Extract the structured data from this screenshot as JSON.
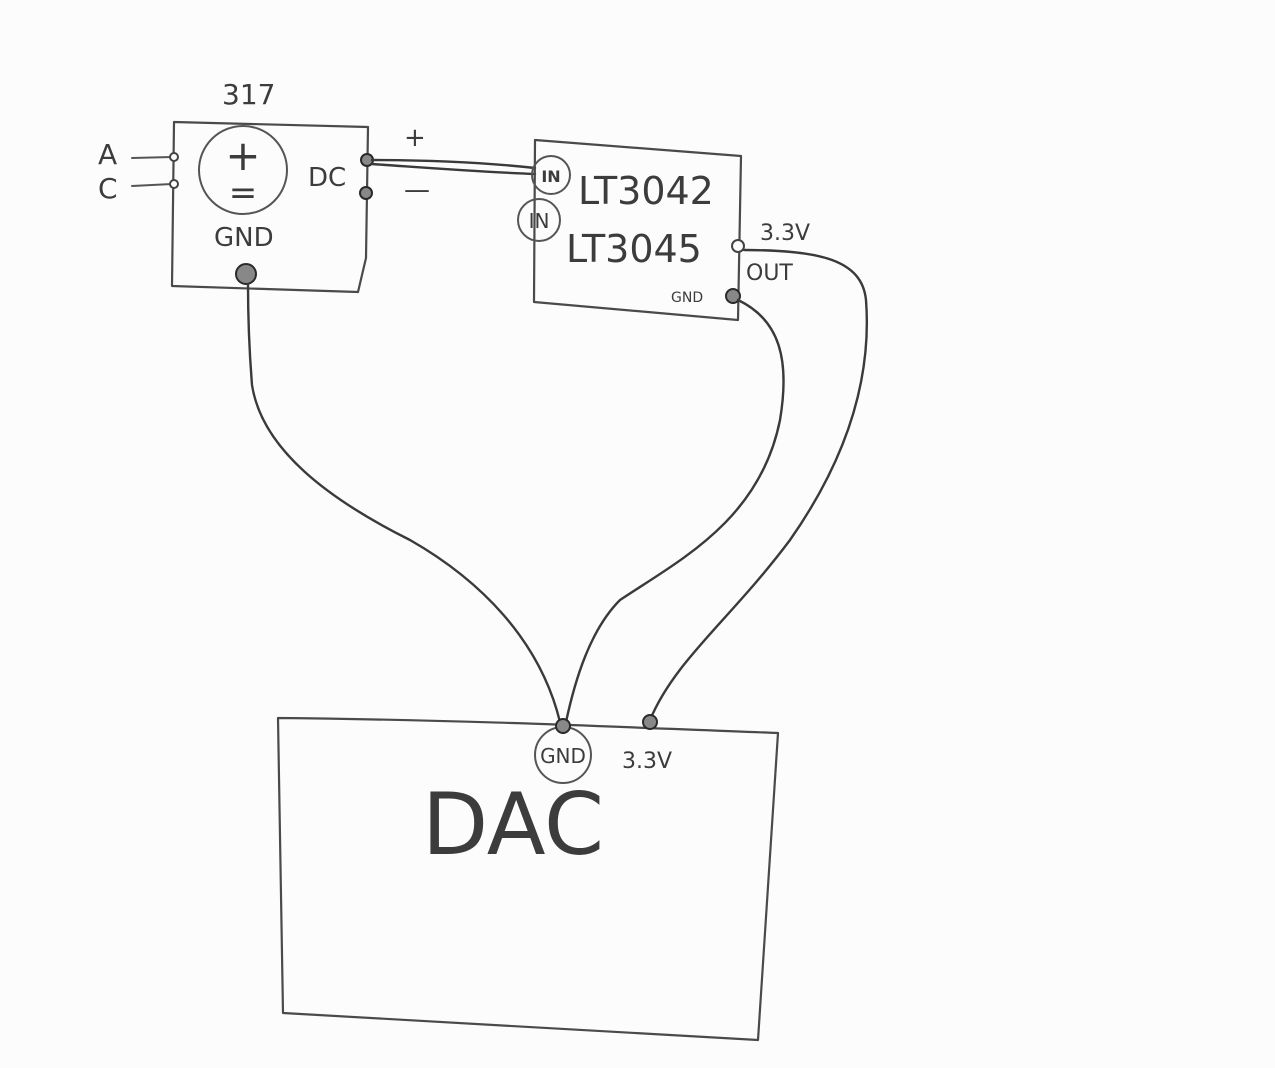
{
  "regulator_317": {
    "title": "317",
    "input_a": "A",
    "input_c": "C",
    "capacitor_plus": "+",
    "capacitor_minus": "=",
    "output_label": "DC",
    "gnd_label": "GND"
  },
  "dc_link": {
    "plus": "+",
    "minus": "—"
  },
  "ldo_board": {
    "in_top": "IN",
    "in_bottom": "IN",
    "chip_a": "LT3042",
    "chip_b": "LT3045",
    "voltage": "3.3V",
    "out_label": "OUT",
    "gnd_label": "GND"
  },
  "dac": {
    "title": "DAC",
    "gnd_label": "GND",
    "voltage_label": "3.3V"
  }
}
